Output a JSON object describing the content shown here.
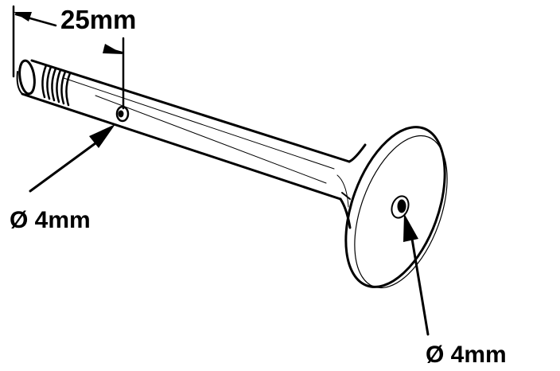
{
  "labels": {
    "offset": "25mm",
    "hole_stem": "Ø 4mm",
    "hole_head": "Ø 4mm"
  },
  "colors": {
    "ink": "#000000",
    "background": "#ffffff"
  }
}
